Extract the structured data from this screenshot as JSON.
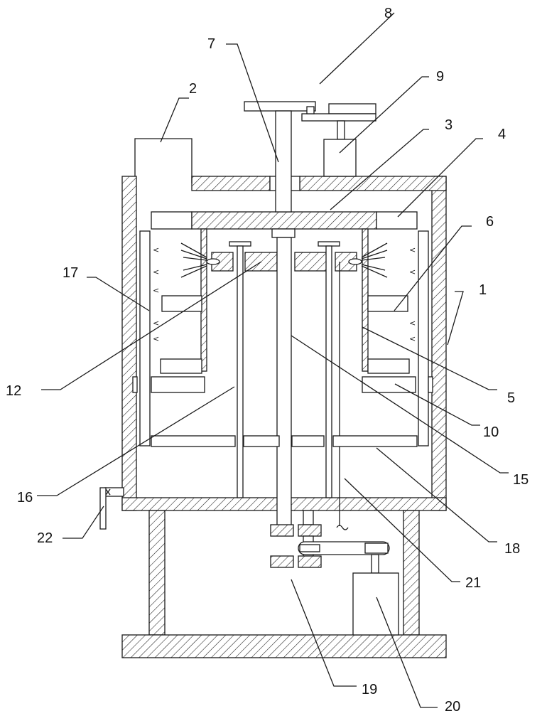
{
  "figure": {
    "labels": [
      {
        "id": "1",
        "text": "1"
      },
      {
        "id": "2",
        "text": "2"
      },
      {
        "id": "3",
        "text": "3"
      },
      {
        "id": "4",
        "text": "4"
      },
      {
        "id": "5",
        "text": "5"
      },
      {
        "id": "6",
        "text": "6"
      },
      {
        "id": "7",
        "text": "7"
      },
      {
        "id": "8",
        "text": "8"
      },
      {
        "id": "9",
        "text": "9"
      },
      {
        "id": "10",
        "text": "10"
      },
      {
        "id": "12",
        "text": "12"
      },
      {
        "id": "15",
        "text": "15"
      },
      {
        "id": "16",
        "text": "16"
      },
      {
        "id": "17",
        "text": "17"
      },
      {
        "id": "18",
        "text": "18"
      },
      {
        "id": "19",
        "text": "19"
      },
      {
        "id": "20",
        "text": "20"
      },
      {
        "id": "21",
        "text": "21"
      },
      {
        "id": "22",
        "text": "22"
      }
    ]
  }
}
